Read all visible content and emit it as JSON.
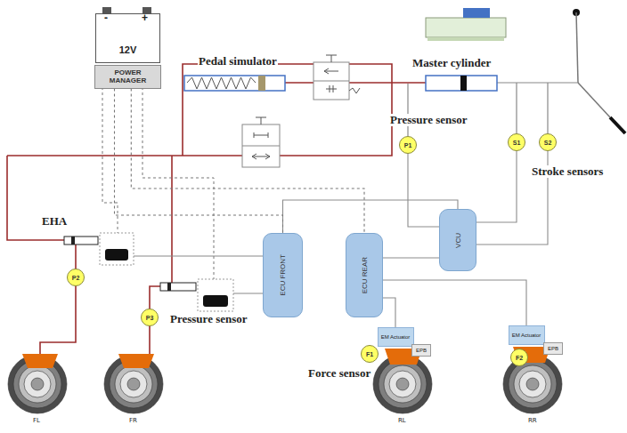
{
  "diagram": {
    "nodes": [
      {
        "text": [
          "12V"
        ]
      },
      {
        "text": [
          "POWER MANAGER"
        ]
      },
      {
        "text": [
          "P1"
        ]
      },
      {
        "text": [
          "S1"
        ]
      },
      {
        "text": [
          "S2"
        ]
      },
      {
        "text": [
          "VCU"
        ]
      },
      {
        "text": [
          "ECU FRONT"
        ]
      },
      {
        "text": [
          "ECU REAR"
        ]
      },
      {
        "text": [
          "P2"
        ]
      },
      {
        "text": [
          "P3"
        ]
      },
      {
        "text": [
          "EM Actuator"
        ]
      },
      {
        "text": [
          "EPB"
        ]
      },
      {
        "text": [
          "F1"
        ]
      },
      {
        "text": [
          "EM Actuator"
        ]
      },
      {
        "text": [
          "EPB"
        ]
      },
      {
        "text": [
          "F2"
        ]
      }
    ],
    "edges": [
      {
        "from": 2,
        "to": 5,
        "arrow": "none"
      },
      {
        "from": 3,
        "to": 5,
        "arrow": "none"
      },
      {
        "from": 4,
        "to": 5,
        "arrow": "none"
      },
      {
        "from": 5,
        "to": 6,
        "arrow": "none"
      },
      {
        "from": 5,
        "to": 7,
        "arrow": "none"
      },
      {
        "from": 7,
        "to": 10,
        "arrow": "none"
      },
      {
        "from": 7,
        "to": 13,
        "arrow": "none"
      },
      {
        "from": 1,
        "to": 6,
        "arrow": "none"
      },
      {
        "from": 1,
        "to": 7,
        "arrow": "none"
      }
    ],
    "labels": [
      "-",
      "+",
      "Pedal simulator",
      "Master cylinder",
      "Pressure sensor",
      "Stroke sensors",
      "EHA",
      "Pressure sensor",
      "Force sensor",
      "FL",
      "FR",
      "RL",
      "RR"
    ]
  }
}
